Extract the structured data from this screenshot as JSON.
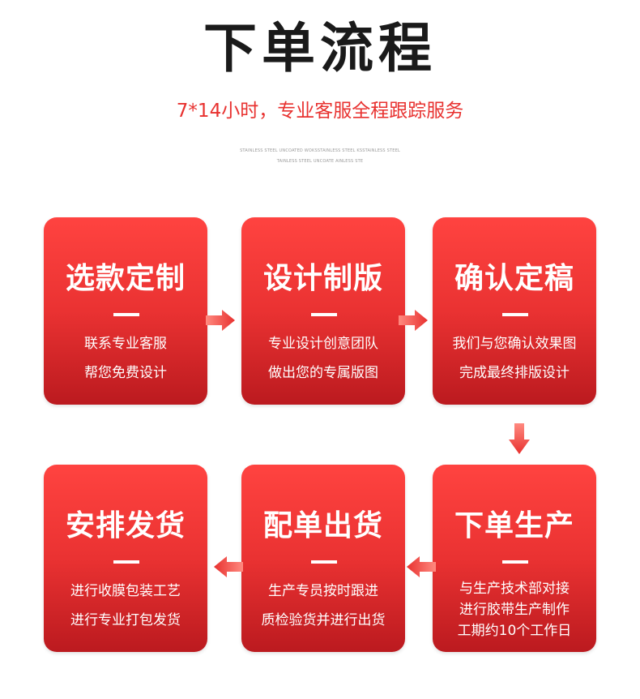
{
  "title": "下单流程",
  "subtitle": "7*14小时，专业客服全程跟踪服务",
  "decoration": {
    "line1": "STAINLESS STEEL UNCOATED WOKSSTAINLESS STEEL KSSTAINLESS STEEL",
    "line2": "TAINLESS STEEL UNCOATE AINLESS STE"
  },
  "colors": {
    "card_top": "#ff4340",
    "card_bottom": "#bb1a1f",
    "arrow": "#e8312f",
    "subtitle": "#e8312f"
  },
  "steps": [
    {
      "title": "选款定制",
      "lines": [
        "联系专业客服",
        "帮您免费设计"
      ]
    },
    {
      "title": "设计制版",
      "lines": [
        "专业设计创意团队",
        "做出您的专属版图"
      ]
    },
    {
      "title": "确认定稿",
      "lines": [
        "我们与您确认效果图",
        "完成最终排版设计"
      ]
    },
    {
      "title": "下单生产",
      "lines": [
        "与生产技术部对接",
        "进行胶带生产制作",
        "工期约10个工作日"
      ]
    },
    {
      "title": "配单出货",
      "lines": [
        "生产专员按时跟进",
        "质检验货并进行出货"
      ]
    },
    {
      "title": "安排发货",
      "lines": [
        "进行收膜包装工艺",
        "进行专业打包发货"
      ]
    }
  ],
  "arrows": [
    {
      "direction": "right"
    },
    {
      "direction": "right"
    },
    {
      "direction": "down"
    },
    {
      "direction": "left"
    },
    {
      "direction": "left"
    }
  ]
}
